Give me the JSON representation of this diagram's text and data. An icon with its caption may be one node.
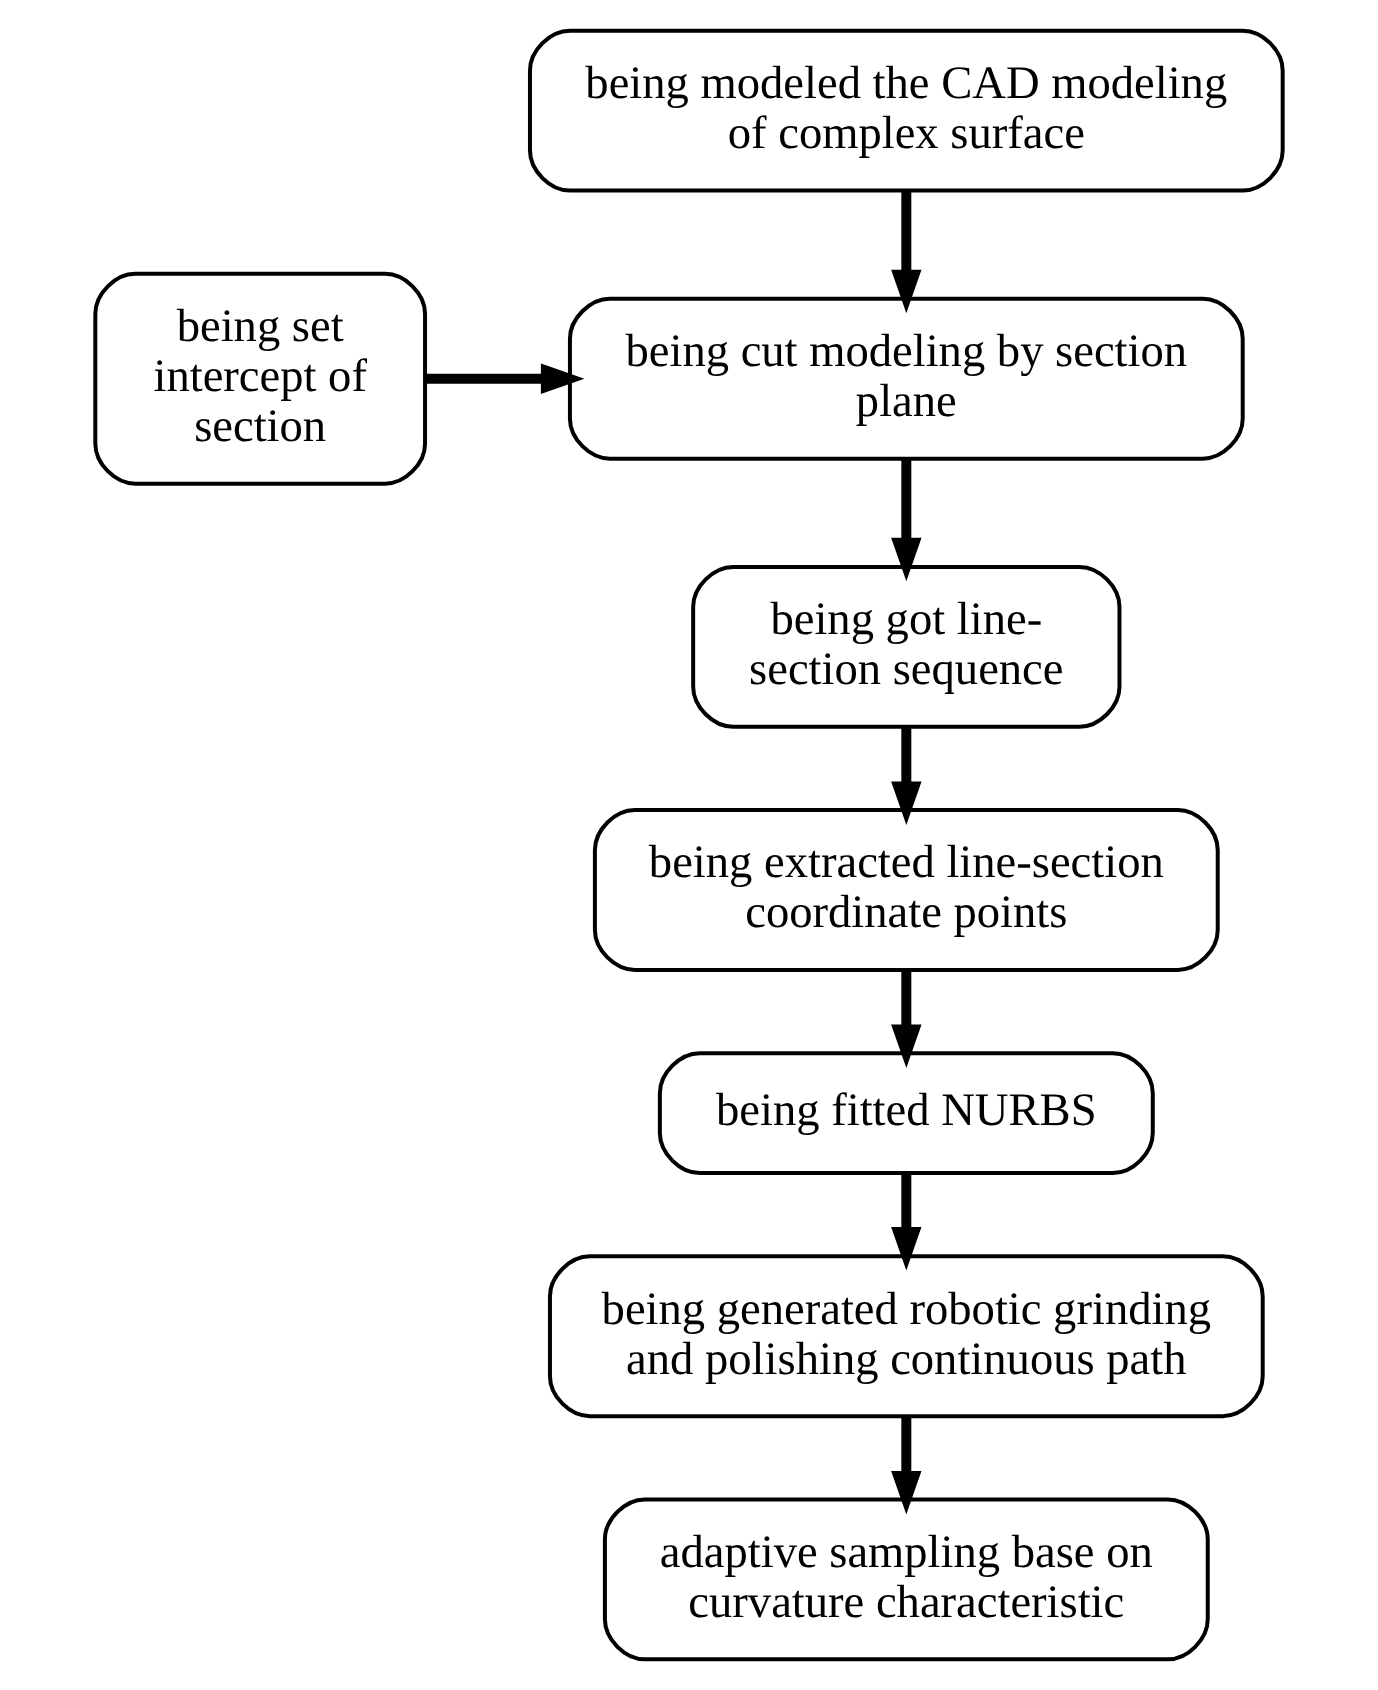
{
  "diagram": {
    "nodes": [
      {
        "text": [
          "being modeled the CAD modeling of complex surface"
        ]
      },
      {
        "text": [
          "being set intercept of section"
        ]
      },
      {
        "text": [
          "being cut modeling by section plane"
        ]
      },
      {
        "text": [
          "being got line-section sequence"
        ]
      },
      {
        "text": [
          "being extracted line-section coordinate points"
        ]
      },
      {
        "text": [
          "being fitted NURBS"
        ]
      },
      {
        "text": [
          "being generated robotic grinding and polishing continuous path"
        ]
      },
      {
        "text": [
          "adaptive sampling base on curvature characteristic"
        ]
      }
    ],
    "edges": [
      {
        "from": 0,
        "to": 2,
        "arrow": "to"
      },
      {
        "from": 1,
        "to": 2,
        "arrow": "to"
      },
      {
        "from": 2,
        "to": 3,
        "arrow": "to"
      },
      {
        "from": 3,
        "to": 4,
        "arrow": "to"
      },
      {
        "from": 4,
        "to": 5,
        "arrow": "to"
      },
      {
        "from": 5,
        "to": 6,
        "arrow": "to"
      },
      {
        "from": 6,
        "to": 7,
        "arrow": "to"
      }
    ]
  }
}
